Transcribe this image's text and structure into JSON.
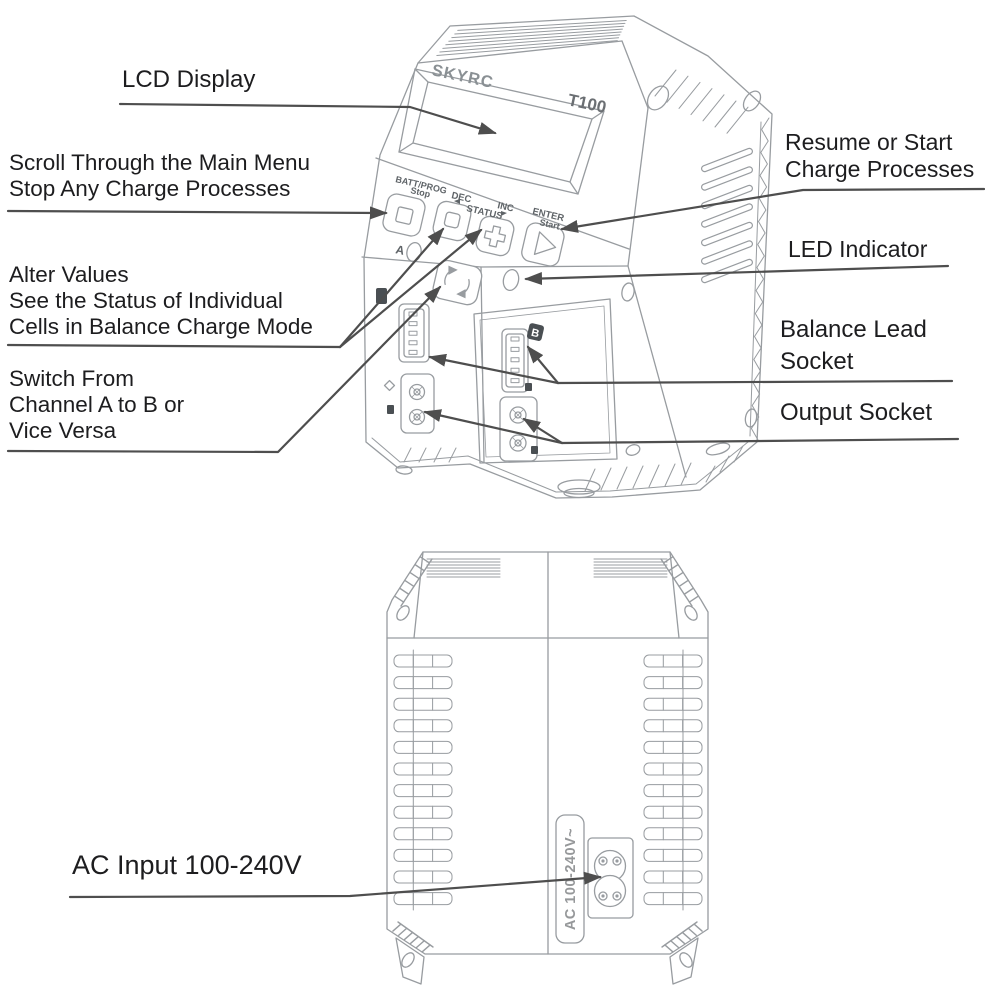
{
  "page": {
    "background": "#ffffff"
  },
  "palette": {
    "device_line": "#989ca0",
    "device_line_dark": "#7e8387",
    "device_text": "#5f6468",
    "brand_text": "#8a9094",
    "callout_line": "#4e4e4e",
    "label_text": "#1d1d1f",
    "badge_fill": "#4a4f53"
  },
  "callouts": {
    "lcd_display": {
      "label": "LCD Display"
    },
    "scroll_stop": {
      "lines": [
        "Scroll Through the Main Menu",
        "Stop Any Charge Processes"
      ]
    },
    "alter_values": {
      "lines": [
        "Alter Values",
        "See the Status of Individual",
        "Cells in Balance Charge Mode"
      ]
    },
    "switch_channel": {
      "lines": [
        "Switch From",
        "Channel A to B or",
        "Vice Versa"
      ]
    },
    "resume_start": {
      "lines": [
        "Resume or Start",
        "Charge Processes"
      ]
    },
    "led_indicator": {
      "label": "LED Indicator"
    },
    "balance_lead": {
      "lines": [
        "Balance Lead",
        "Socket"
      ]
    },
    "output_socket": {
      "label": "Output Socket"
    },
    "ac_input": {
      "label": "AC Input 100-240V"
    }
  },
  "device_top": {
    "brand": "SKYRC",
    "model": "T100",
    "buttons": {
      "batt_prog": "BATT/PROG",
      "stop": "Stop",
      "dec": "DEC",
      "status": "STATUS",
      "inc": "INC",
      "enter": "ENTER",
      "start": "Start"
    },
    "channel_a_label": "A",
    "channel_b_label": "B"
  },
  "device_bottom": {
    "ac_rating": "AC 100-240V~"
  }
}
